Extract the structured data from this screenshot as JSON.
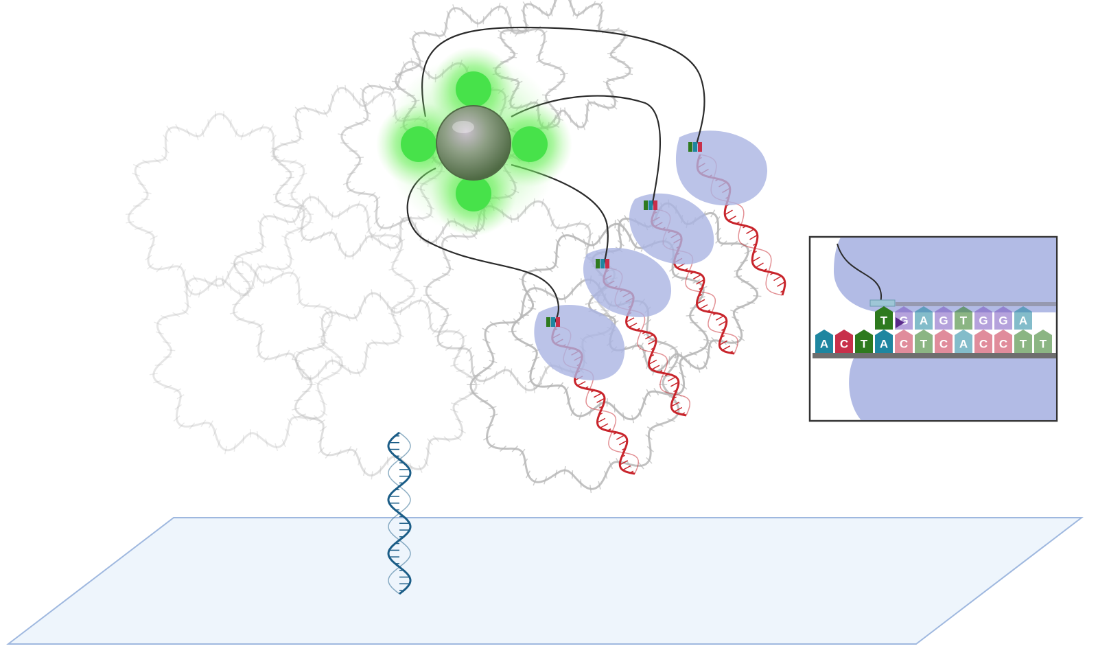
{
  "colors": {
    "background": "#ffffff",
    "surface_fill": "#eef5fc",
    "surface_edge": "#9fb8df",
    "dna_gray": "#b7b7b7",
    "dna_red": "#c8242b",
    "dna_blue": "#1b5d87",
    "polymerase": "#aab4e2",
    "tether": "#2b2b2b",
    "quantum_dot_core": "#7a8f72",
    "glow": "#47e24a"
  },
  "inset": {
    "template_strand": [
      "A",
      "C",
      "T",
      "A",
      "C",
      "T",
      "C",
      "A",
      "C",
      "C",
      "T",
      "T"
    ],
    "growing_strand": [
      "T",
      "G",
      "A",
      "G",
      "T",
      "G",
      "G",
      "A"
    ],
    "base_colors": {
      "A": "#1e86a0",
      "C": "#c8304a",
      "T": "#2e7a1e",
      "G": "#7a57c0"
    }
  }
}
